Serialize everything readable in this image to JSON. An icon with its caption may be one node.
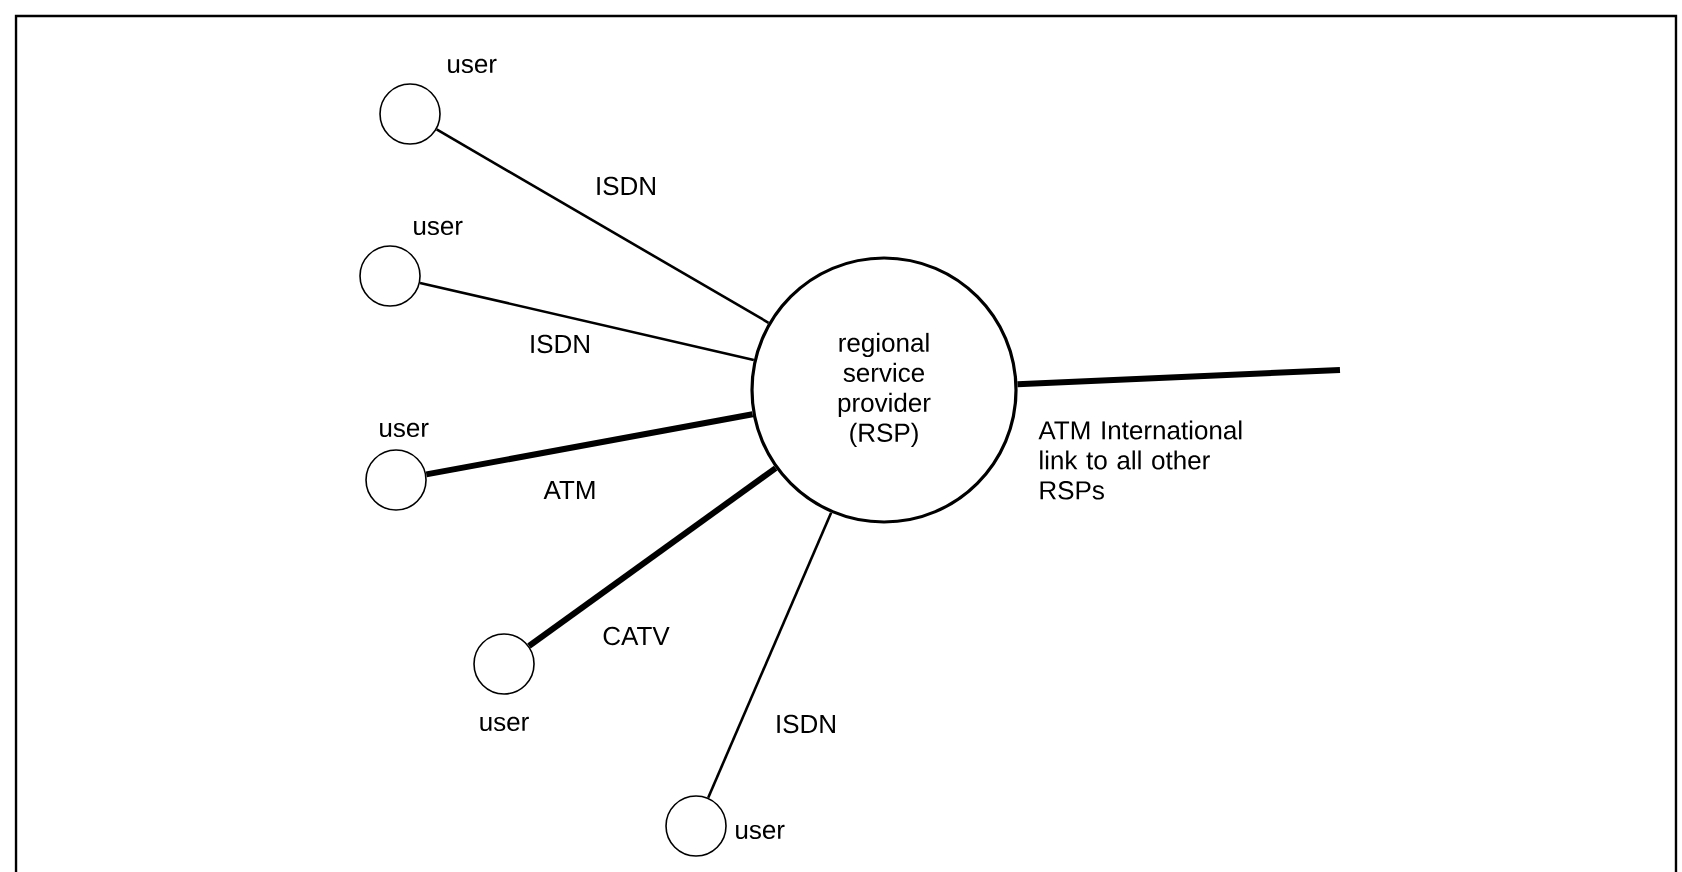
{
  "diagram": {
    "nodes": [
      {
        "text": [
          "regional service provider (RSP)"
        ]
      },
      {
        "text": [
          "user"
        ]
      },
      {
        "text": [
          "user"
        ]
      },
      {
        "text": [
          "user"
        ]
      },
      {
        "text": [
          "user"
        ]
      },
      {
        "text": [
          "user"
        ]
      }
    ],
    "edges": [
      {
        "from": 1,
        "to": 0,
        "arrow": "none",
        "label": "ISDN"
      },
      {
        "from": 2,
        "to": 0,
        "arrow": "none",
        "label": "ISDN"
      },
      {
        "from": 3,
        "to": 0,
        "arrow": "none",
        "label": "ATM",
        "style": "thick"
      },
      {
        "from": 4,
        "to": 0,
        "arrow": "none",
        "label": "CATV",
        "style": "thick"
      },
      {
        "from": 5,
        "to": 0,
        "arrow": "none",
        "label": "ISDN"
      },
      {
        "from": 0,
        "to": null,
        "arrow": "none",
        "label": "ATM International link to all other RSPs",
        "style": "thick"
      }
    ]
  }
}
